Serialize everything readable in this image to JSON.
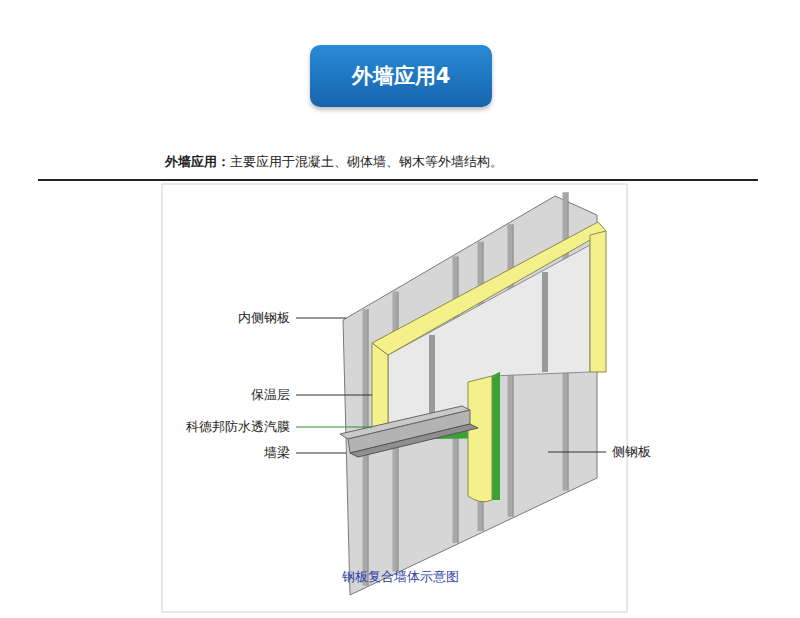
{
  "diagram": {
    "title": "外墙应用4",
    "caption": "钢板复合墙体示意图",
    "labels": [
      "外墙应用：",
      "主要应用于混凝土、砌体墙、钢木等外墙结构。",
      "内侧钢板",
      "保温层",
      "科德邦防水透汽膜",
      "墙梁",
      "侧钢板"
    ]
  }
}
